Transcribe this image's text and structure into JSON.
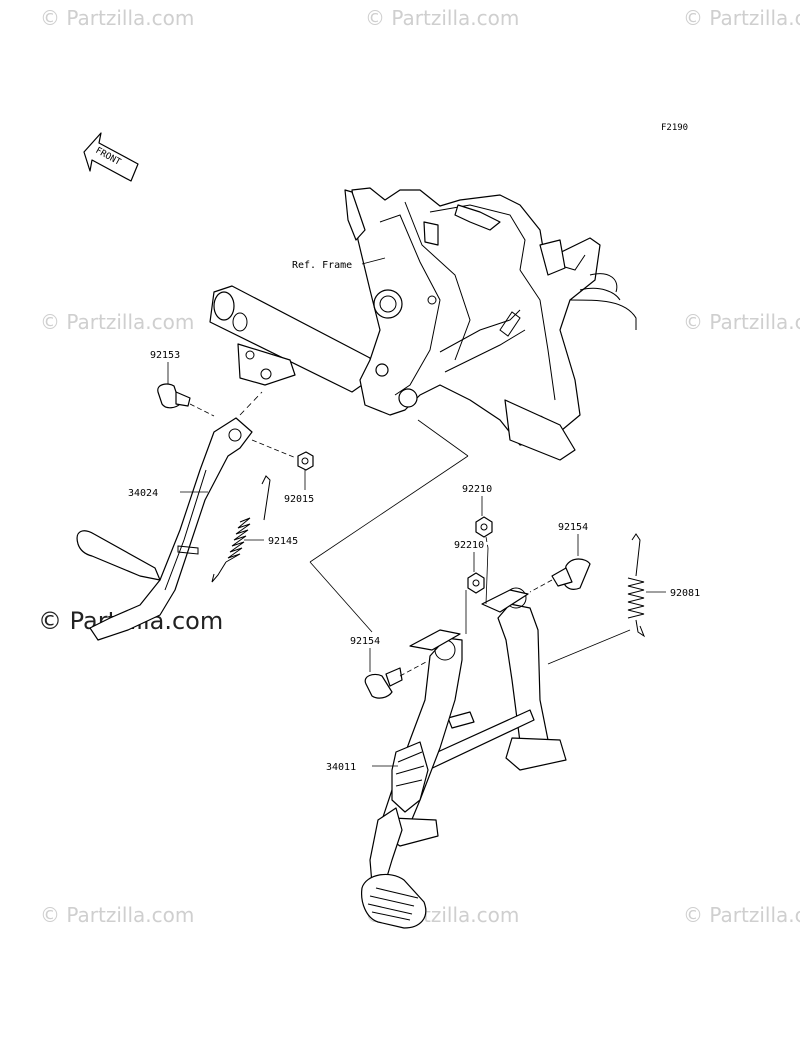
{
  "figure_code": "F2190",
  "front_label": "FRONT",
  "ref_frame_label": "Ref. Frame",
  "watermark_text": "© Partzilla.com",
  "watermark_main_text": "© Partzilla.com",
  "parts": [
    {
      "number": "92153"
    },
    {
      "number": "34024"
    },
    {
      "number": "92015"
    },
    {
      "number": "92145"
    },
    {
      "number": "92210"
    },
    {
      "number": "92210"
    },
    {
      "number": "92154"
    },
    {
      "number": "92154"
    },
    {
      "number": "92081"
    },
    {
      "number": "34011"
    }
  ]
}
